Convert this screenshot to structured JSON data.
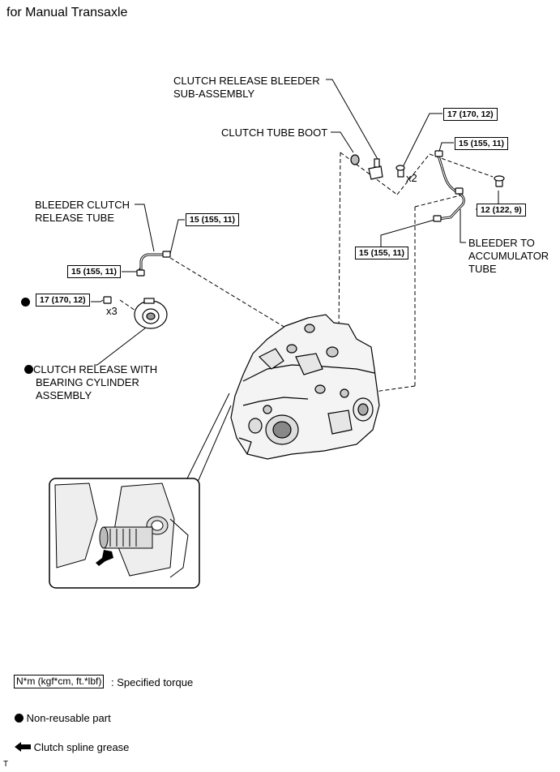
{
  "header": {
    "title": "for Manual Transaxle"
  },
  "labels": {
    "bleeder_sub_assembly_line1": "CLUTCH RELEASE BLEEDER",
    "bleeder_sub_assembly_line2": "SUB-ASSEMBLY",
    "tube_boot": "CLUTCH TUBE BOOT",
    "bleeder_release_tube_line1": "BLEEDER CLUTCH",
    "bleeder_release_tube_line2": "RELEASE TUBE",
    "accumulator_tube_line1": "BLEEDER TO",
    "accumulator_tube_line2": "ACCUMULATOR",
    "accumulator_tube_line3": "TUBE",
    "cylinder_line1": "CLUTCH RELEASE WITH",
    "cylinder_line2": "BEARING CYLINDER",
    "cylinder_line3": "ASSEMBLY",
    "qty_x2": "x2",
    "qty_x3": "x3"
  },
  "torque_specs": {
    "bleeder_bolt": "17 (170, 12)",
    "accumulator_top": "15 (155, 11)",
    "accumulator_bolt": "12 (122, 9)",
    "accumulator_bottom": "15 (155, 11)",
    "release_tube_right": "15 (155, 11)",
    "release_tube_left": "15 (155, 11)",
    "cylinder_bolt": "17 (170, 12)"
  },
  "legend": {
    "torque_unit": "N*m (kgf*cm, ft.*lbf)",
    "torque_desc": ": Specified torque",
    "nonreusable_desc": "Non-reusable part",
    "grease_desc": "Clutch spline grease"
  },
  "footer": {
    "mark": "T"
  },
  "icons": {
    "nonreusable": "filled-circle-icon",
    "grease": "left-arrow-icon"
  }
}
